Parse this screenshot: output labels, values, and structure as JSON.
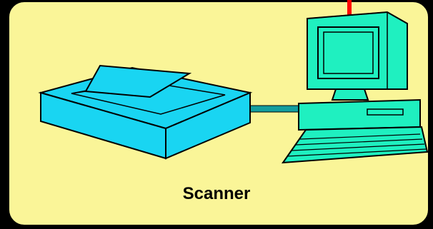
{
  "caption": "Scanner",
  "colors": {
    "background": "#000000",
    "panel": "#FAF598",
    "device": "#19D5F2",
    "computer": "#1FF0C0",
    "cable": "#139E9E",
    "network_line": "#FF0000",
    "outline": "#000000"
  },
  "icons": [
    "scanner-icon",
    "computer-icon",
    "cable-line",
    "network-line"
  ]
}
